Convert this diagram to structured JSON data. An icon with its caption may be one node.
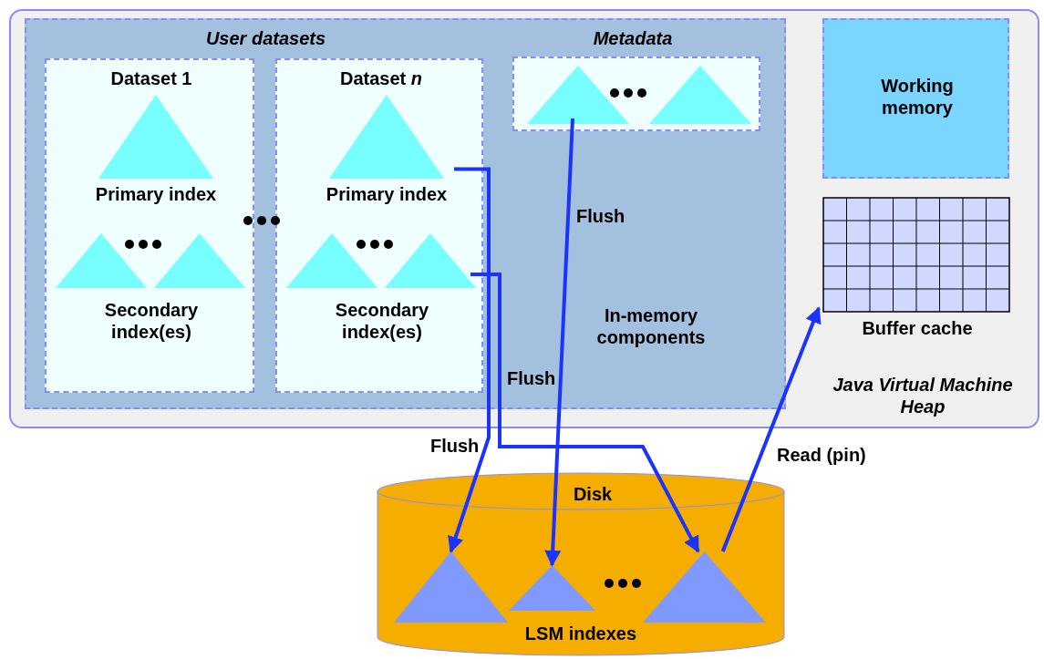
{
  "diagram": {
    "nodes": [
      {
        "text": [
          "Java Virtual Machine Heap"
        ]
      },
      {
        "text": [
          "User datasets",
          "Metadata",
          "In-memory components"
        ],
        "in": 0
      },
      {
        "text": [
          "Dataset 1"
        ],
        "in": 1
      },
      {
        "text": [
          "Primary index"
        ],
        "in": 2
      },
      {
        "text": [
          "Secondary index(es)"
        ],
        "in": 2
      },
      {
        "text": [],
        "shape": "triangle",
        "in": 4
      },
      {
        "text": [],
        "shape": "triangle",
        "in": 4
      },
      {
        "text": [
          "Dataset *n*"
        ],
        "in": 1
      },
      {
        "text": [
          "Primary index"
        ],
        "in": 7
      },
      {
        "text": [
          "Secondary index(es)"
        ],
        "in": 7
      },
      {
        "text": [],
        "shape": "triangle",
        "in": 9
      },
      {
        "text": [],
        "shape": "triangle",
        "in": 9
      },
      {
        "text": [],
        "shape": "box",
        "in": 1
      },
      {
        "text": [],
        "shape": "triangle",
        "in": 12
      },
      {
        "text": [],
        "shape": "triangle",
        "in": 12
      },
      {
        "text": [
          "Working memory"
        ],
        "in": 0
      },
      {
        "text": [
          "Buffer cache"
        ],
        "in": 0
      },
      {
        "text": [
          "Disk",
          "LSM indexes"
        ]
      },
      {
        "text": [],
        "shape": "triangle",
        "in": 17
      },
      {
        "text": [],
        "shape": "triangle",
        "in": 17
      },
      {
        "text": [],
        "shape": "triangle",
        "in": 17
      }
    ],
    "edges": [
      {
        "from": 8,
        "to": 18,
        "arrow": "to",
        "label": "Flush"
      },
      {
        "from": 13,
        "to": 19,
        "arrow": "to",
        "label": "Flush"
      },
      {
        "from": 11,
        "to": 20,
        "arrow": "to",
        "label": "Flush"
      },
      {
        "from": 20,
        "to": 16,
        "arrow": "to",
        "label": "Read (pin)"
      }
    ]
  }
}
